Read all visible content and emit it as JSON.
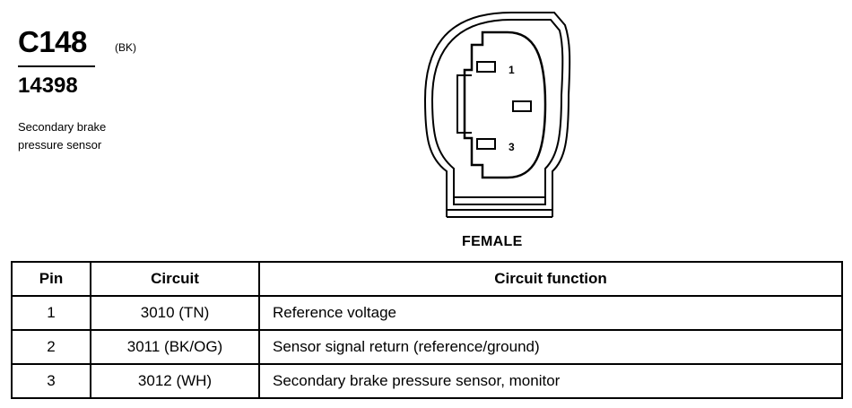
{
  "connector": {
    "id": "C148",
    "color": "(BK)",
    "part_number": "14398",
    "description_lines": [
      "Secondary brake",
      "pressure sensor"
    ],
    "gender": "FEMALE",
    "cavity_labels": [
      "1",
      "3"
    ]
  },
  "table": {
    "headers": [
      "Pin",
      "Circuit",
      "Circuit function"
    ],
    "rows": [
      {
        "pin": "1",
        "circuit": "3010 (TN)",
        "function": "Reference voltage"
      },
      {
        "pin": "2",
        "circuit": "3011 (BK/OG)",
        "function": "Sensor signal return (reference/ground)"
      },
      {
        "pin": "3",
        "circuit": "3012 (WH)",
        "function": "Secondary brake pressure sensor, monitor"
      }
    ]
  }
}
